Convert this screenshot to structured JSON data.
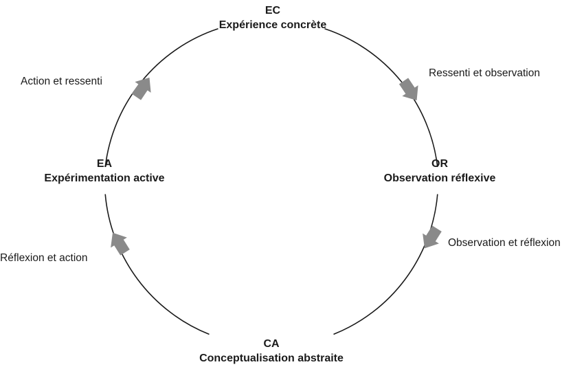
{
  "nodes": {
    "ec": {
      "code": "EC",
      "label": "Expérience concrète"
    },
    "or": {
      "code": "OR",
      "label": "Observation réflexive"
    },
    "ca": {
      "code": "CA",
      "label": "Conceptualisation abstraite"
    },
    "ea": {
      "code": "EA",
      "label": "Expérimentation active"
    }
  },
  "transitions": {
    "ec_to_or": "Ressenti et observation",
    "or_to_ca": "Observation et réflexion",
    "ca_to_ea": "Réflexion et action",
    "ea_to_ec": "Action et ressenti"
  },
  "colors": {
    "circle": "#1a1a1a",
    "arrow": "#8a8a8a",
    "text": "#1a1a1a"
  }
}
